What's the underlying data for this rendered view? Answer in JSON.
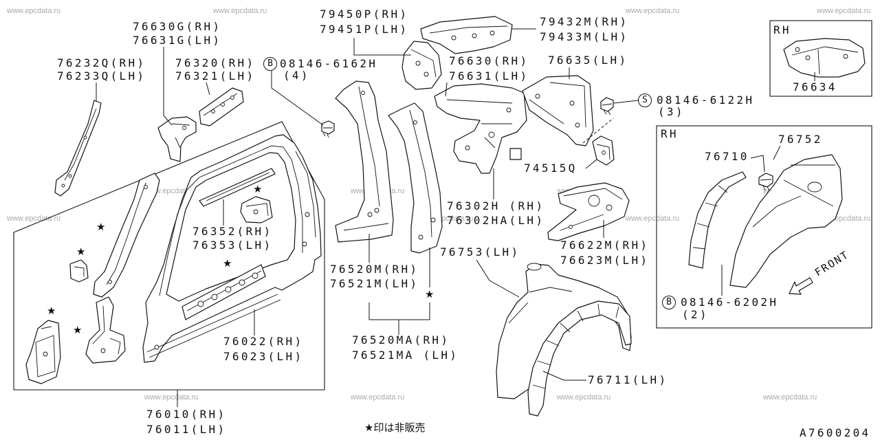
{
  "watermark": {
    "text": "www.epcdata.ru"
  },
  "star": "★",
  "labels": {
    "p76630G": {
      "rh": "76630G(RH)",
      "lh": "76631G(LH)"
    },
    "p76232Q": {
      "rh": "76232Q(RH)",
      "lh": "76233Q(LH)"
    },
    "p76320": {
      "rh": "76320(RH)",
      "lh": "76321(LH)"
    },
    "p79450P": {
      "rh": "79450P(RH)",
      "lh": "79451P(LH)"
    },
    "p79432M": {
      "rh": "79432M(RH)",
      "lh": "79433M(LH)"
    },
    "p76630": {
      "rh": "76630(RH)",
      "lh": "76631(LH)"
    },
    "p76635": {
      "lh": "76635(LH)"
    },
    "p74515Q": {
      "part": "74515Q"
    },
    "p76352": {
      "rh": "76352(RH)",
      "lh": "76353(LH)"
    },
    "p76302H": {
      "rh": "76302H (RH)",
      "lh": "76302HA(LH)"
    },
    "p76622M": {
      "rh": "76622M(RH)",
      "lh": "76623M(LH)"
    },
    "p76753": {
      "lh": "76753(LH)"
    },
    "p76520M": {
      "rh": "76520M(RH)",
      "lh": "76521M(LH)"
    },
    "p76022": {
      "rh": "76022(RH)",
      "lh": "76023(LH)"
    },
    "p76520MA": {
      "rh": "76520MA(RH)",
      "lh": "76521MA (LH)"
    },
    "p76711": {
      "lh": "76711(LH)"
    },
    "p76010": {
      "rh": "76010(RH)",
      "lh": "76011(LH)"
    }
  },
  "bolts": {
    "b6162H": {
      "symbol": "B",
      "part": "08146-6162H",
      "qty": "(4)"
    },
    "s6122H": {
      "symbol": "S",
      "part": "08146-6122H",
      "qty": "(3)"
    },
    "b6202H": {
      "symbol": "B",
      "part": "08146-6202H",
      "qty": "(2)"
    }
  },
  "inset_top": {
    "tag": "RH",
    "part": "76634"
  },
  "inset_bottom": {
    "tag": "RH",
    "part_a": "76752",
    "part_b": "76710",
    "direction": "FRONT"
  },
  "footer": {
    "note": "★印は非販売",
    "code": "A7600204"
  }
}
